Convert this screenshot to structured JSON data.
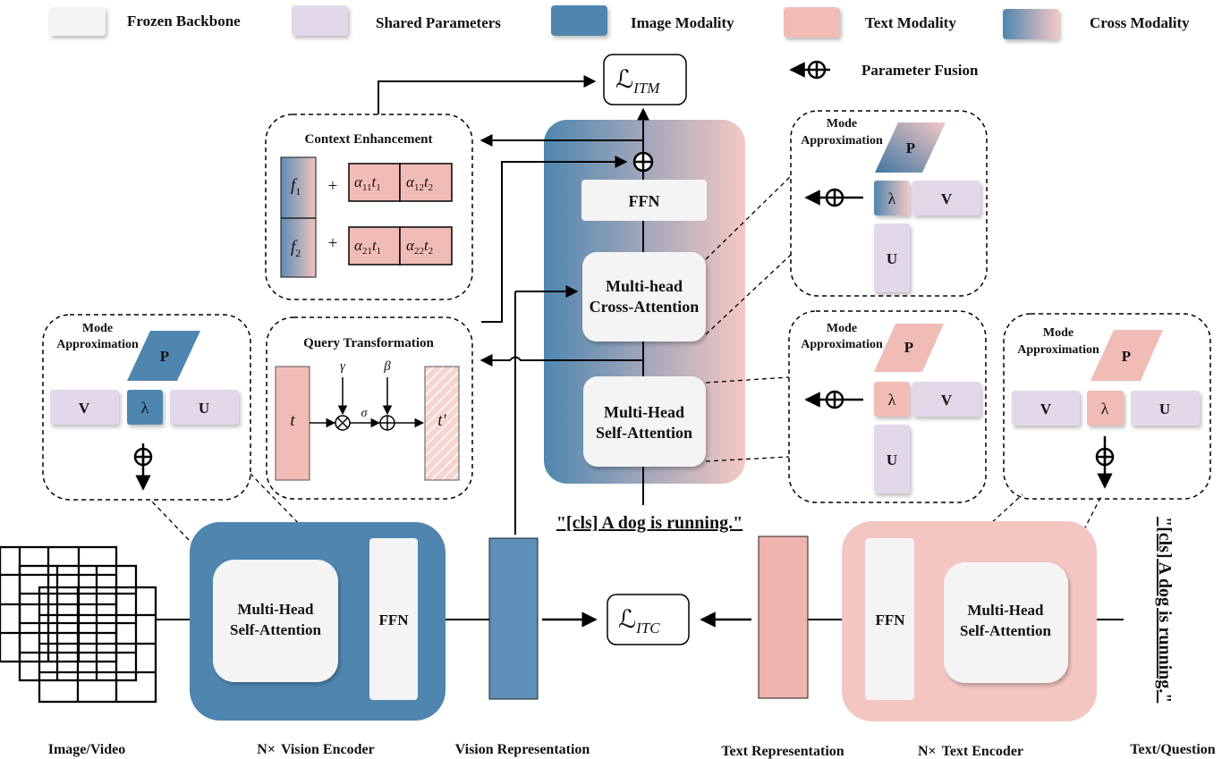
{
  "colors": {
    "frozen": "#f4f4f4",
    "shared": "#e3d8ea",
    "image": "#4f86b0",
    "text": "#f2bcb6",
    "cross_from": "#4f86b0",
    "cross_to": "#f4c8c3"
  },
  "legend": {
    "frozen_backbone": "Frozen Backbone",
    "shared_parameters": "Shared Parameters",
    "image_modality": "Image Modality",
    "text_modality": "Text Modality",
    "cross_modality": "Cross Modality",
    "parameter_fusion": "Parameter Fusion"
  },
  "losses": {
    "itm_main": "ℒ",
    "itm_sub": "ITM",
    "itc_main": "ℒ",
    "itc_sub": "ITC"
  },
  "context_enhancement": {
    "title": "Context Enhancement",
    "plus": "+",
    "f1": "f",
    "f1_sub": "1",
    "f2": "f",
    "f2_sub": "2",
    "a11": "α",
    "a11_sub": "11",
    "t1": "t",
    "t1_sub": "1",
    "a12": "α",
    "a12_sub": "12",
    "t2": "t",
    "t2_sub": "2",
    "a21": "α",
    "a21_sub": "21",
    "a22": "α",
    "a22_sub": "22"
  },
  "query_transformation": {
    "title": "Query Transformation",
    "t": "t",
    "t_prime": "t′",
    "gamma": "γ",
    "beta": "β",
    "sigma": "σ"
  },
  "cross_block": {
    "ffn": "FFN",
    "cross_attention_1": "Multi-head",
    "cross_attention_2": "Cross-Attention",
    "self_attention_1": "Multi-Head",
    "self_attention_2": "Self-Attention",
    "caption": "\"[cls] A dog is running.\""
  },
  "mode_approx": {
    "label_1": "Mode",
    "label_2": "Approximation",
    "p": "P",
    "v": "V",
    "u": "U",
    "lambda": "λ"
  },
  "vision_encoder": {
    "attn_1": "Multi-Head",
    "attn_2": "Self-Attention",
    "ffn": "FFN"
  },
  "text_encoder": {
    "attn_1": "Multi-Head",
    "attn_2": "Self-Attention",
    "ffn": "FFN"
  },
  "text_input": "\"[cls] A dog is running.\"",
  "bottom_labels": {
    "image_video": "Image/Video",
    "vision_encoder_prefix": "N×",
    "vision_encoder": "Vision Encoder",
    "vision_representation": "Vision Representation",
    "text_representation": "Text Representation",
    "text_encoder_prefix": "N×",
    "text_encoder": "Text Encoder",
    "text_question": "Text/Question"
  }
}
